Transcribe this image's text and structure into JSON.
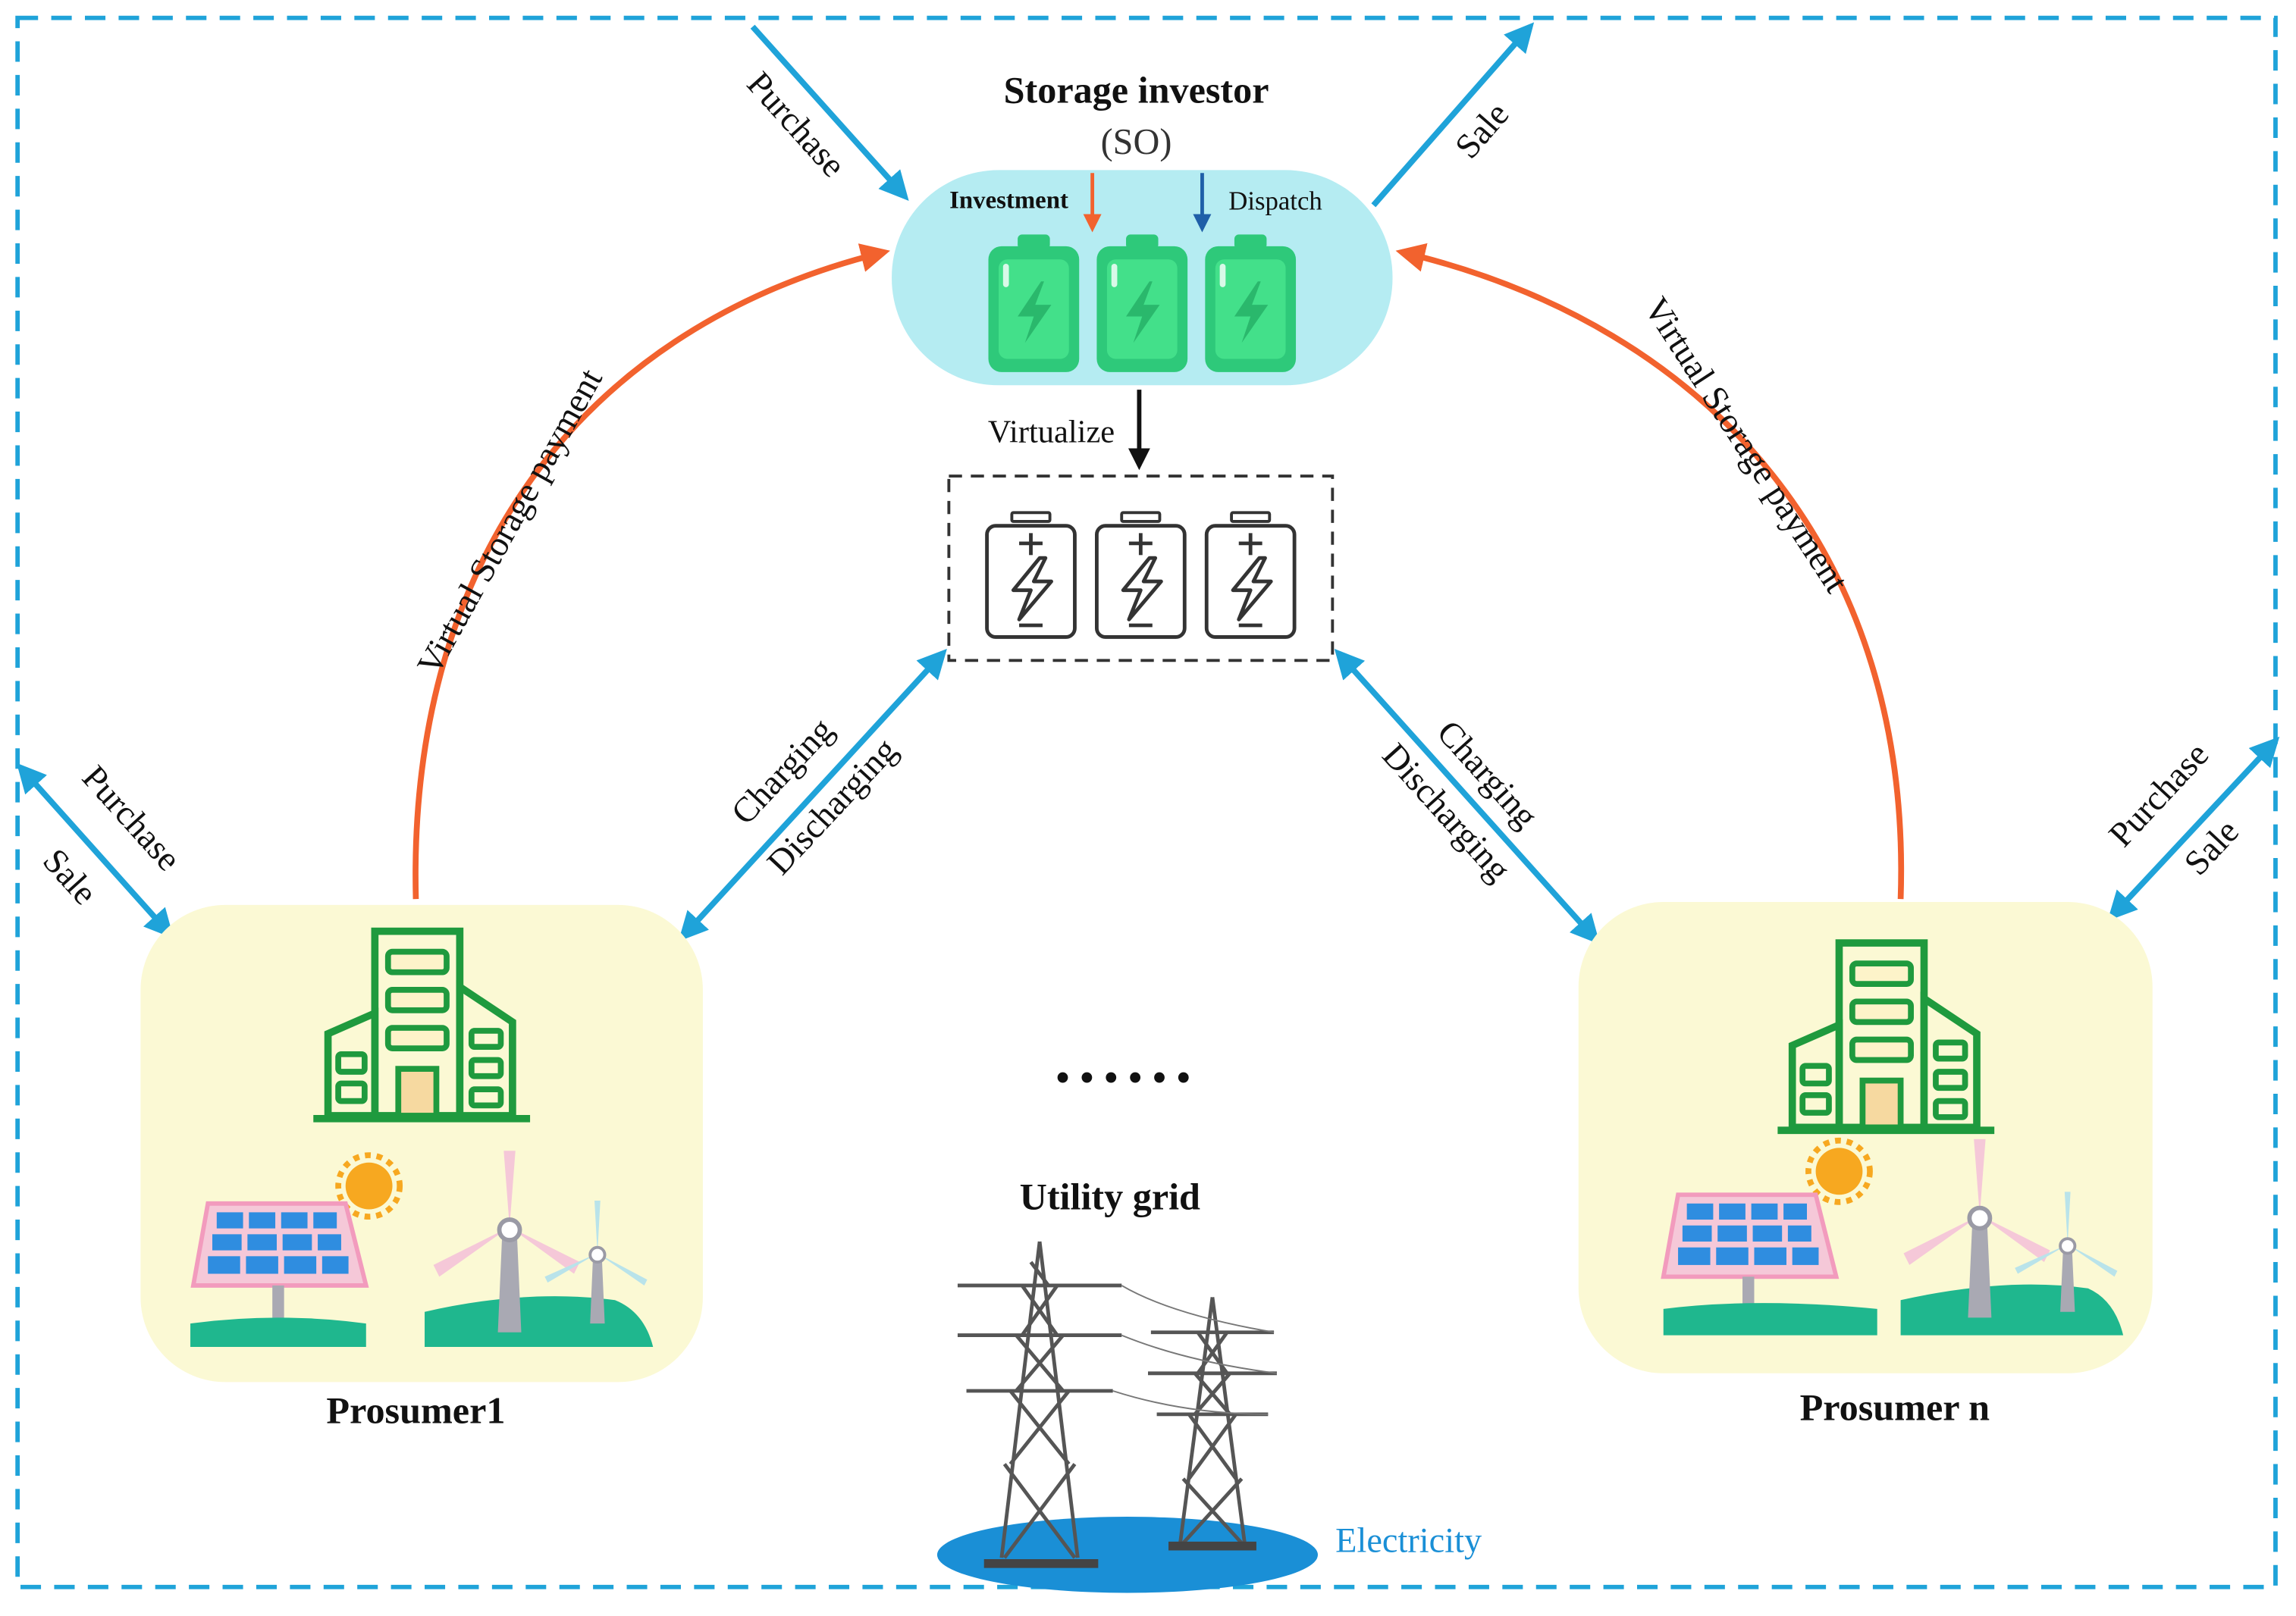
{
  "storage_investor": {
    "title": "Storage investor",
    "abbreviation": "(SO)",
    "investment_label": "Investment",
    "dispatch_label": "Dispatch"
  },
  "virtualize_label": "Virtualize",
  "flows": {
    "top_purchase": "Purchase",
    "top_sale": "Sale",
    "left_payment": "Virtual Storage payment",
    "right_payment": "Virtual Storage payment",
    "left_charging": "Charging",
    "left_discharging": "Discharging",
    "right_charging": "Charging",
    "right_discharging": "Discharging",
    "left_purchase": "Purchase",
    "left_sale": "Sale",
    "right_purchase": "Purchase",
    "right_sale": "Sale"
  },
  "prosumers": [
    {
      "label": "Prosumer1"
    },
    {
      "label": "Prosumer n"
    }
  ],
  "ellipsis": "••••••",
  "utility_grid": {
    "title": "Utility grid",
    "electricity_label": "Electricity"
  },
  "colors": {
    "frame_dash": "#1fa3d9",
    "blue_arrow": "#1fa3d9",
    "orange_arrow": "#f2622e",
    "dispatch_arrow": "#1f5fa8",
    "investor_pill": "#b5ecf2",
    "battery_green": "#2ec97a",
    "prosumer_bg": "#fbf9d4",
    "building_green": "#1f9a3e",
    "electricity_blue": "#1a8fd6",
    "sun": "#f7a820"
  }
}
